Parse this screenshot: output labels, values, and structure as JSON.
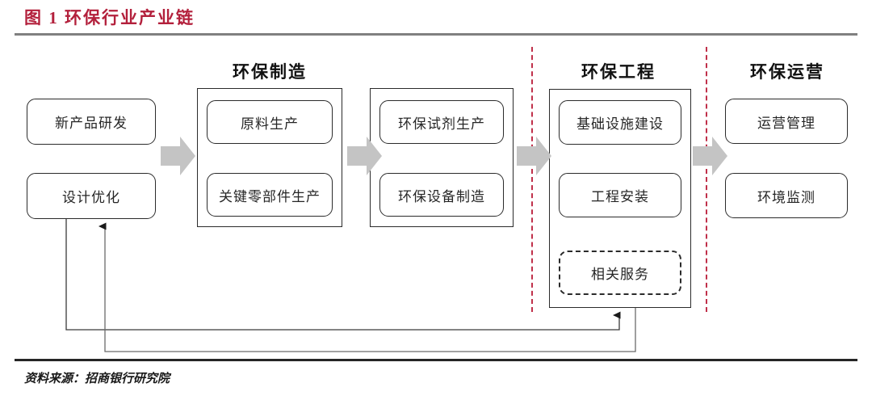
{
  "figure": {
    "title": "图 1  环保行业产业链",
    "source_note": "资料来源：招商银行研究院",
    "title_color": "#b3203c",
    "title_rule_color": "#808080",
    "footer_rule_color": "#262626"
  },
  "chart_data": {
    "type": "diagram",
    "title": "图 1  环保行业产业链",
    "subtype": "value-chain-flow",
    "stages": [
      {
        "id": "upstream-rnd",
        "heading": "",
        "has_container": false,
        "nodes": [
          {
            "label": "新产品研发",
            "style": "solid"
          },
          {
            "label": "设计优化",
            "style": "solid"
          }
        ]
      },
      {
        "id": "manufacturing-materials",
        "heading": "环保制造",
        "has_container": true,
        "nodes": [
          {
            "label": "原料生产",
            "style": "solid"
          },
          {
            "label": "关键零部件生产",
            "style": "solid"
          }
        ]
      },
      {
        "id": "manufacturing-products",
        "heading": "",
        "has_container": true,
        "nodes": [
          {
            "label": "环保试剂生产",
            "style": "solid"
          },
          {
            "label": "环保设备制造",
            "style": "solid"
          }
        ]
      },
      {
        "id": "engineering",
        "heading": "环保工程",
        "has_container": true,
        "nodes": [
          {
            "label": "基础设施建设",
            "style": "solid"
          },
          {
            "label": "工程安装",
            "style": "solid"
          },
          {
            "label": "相关服务",
            "style": "dashed"
          }
        ]
      },
      {
        "id": "operations",
        "heading": "环保运营",
        "has_container": false,
        "nodes": [
          {
            "label": "运营管理",
            "style": "solid"
          },
          {
            "label": "环境监测",
            "style": "solid"
          }
        ]
      }
    ],
    "flow_arrows": [
      {
        "from": "upstream-rnd",
        "to": "manufacturing-materials",
        "style": "gray-block"
      },
      {
        "from": "manufacturing-materials",
        "to": "manufacturing-products",
        "style": "gray-block"
      },
      {
        "from": "manufacturing-products",
        "to": "engineering",
        "style": "gray-block"
      },
      {
        "from": "engineering",
        "to": "operations",
        "style": "gray-block"
      }
    ],
    "feedback_arrows": [
      {
        "from": "engineering",
        "to": "design-optimization",
        "style": "thin-line-arrow"
      },
      {
        "from": "design-optimization",
        "to": "engineering",
        "style": "thin-line-arrow"
      }
    ],
    "dividers": [
      {
        "id": "divider-manufacturing-engineering",
        "style": "red-dashed",
        "orientation": "vertical"
      },
      {
        "id": "divider-engineering-operations",
        "style": "red-dashed",
        "orientation": "vertical"
      }
    ],
    "colors": {
      "accent_red": "#b3203c",
      "divider_red": "#c0304a",
      "block_arrow_gray": "#c4c4c4",
      "node_border": "#2b2b2b",
      "text": "#262626"
    }
  }
}
